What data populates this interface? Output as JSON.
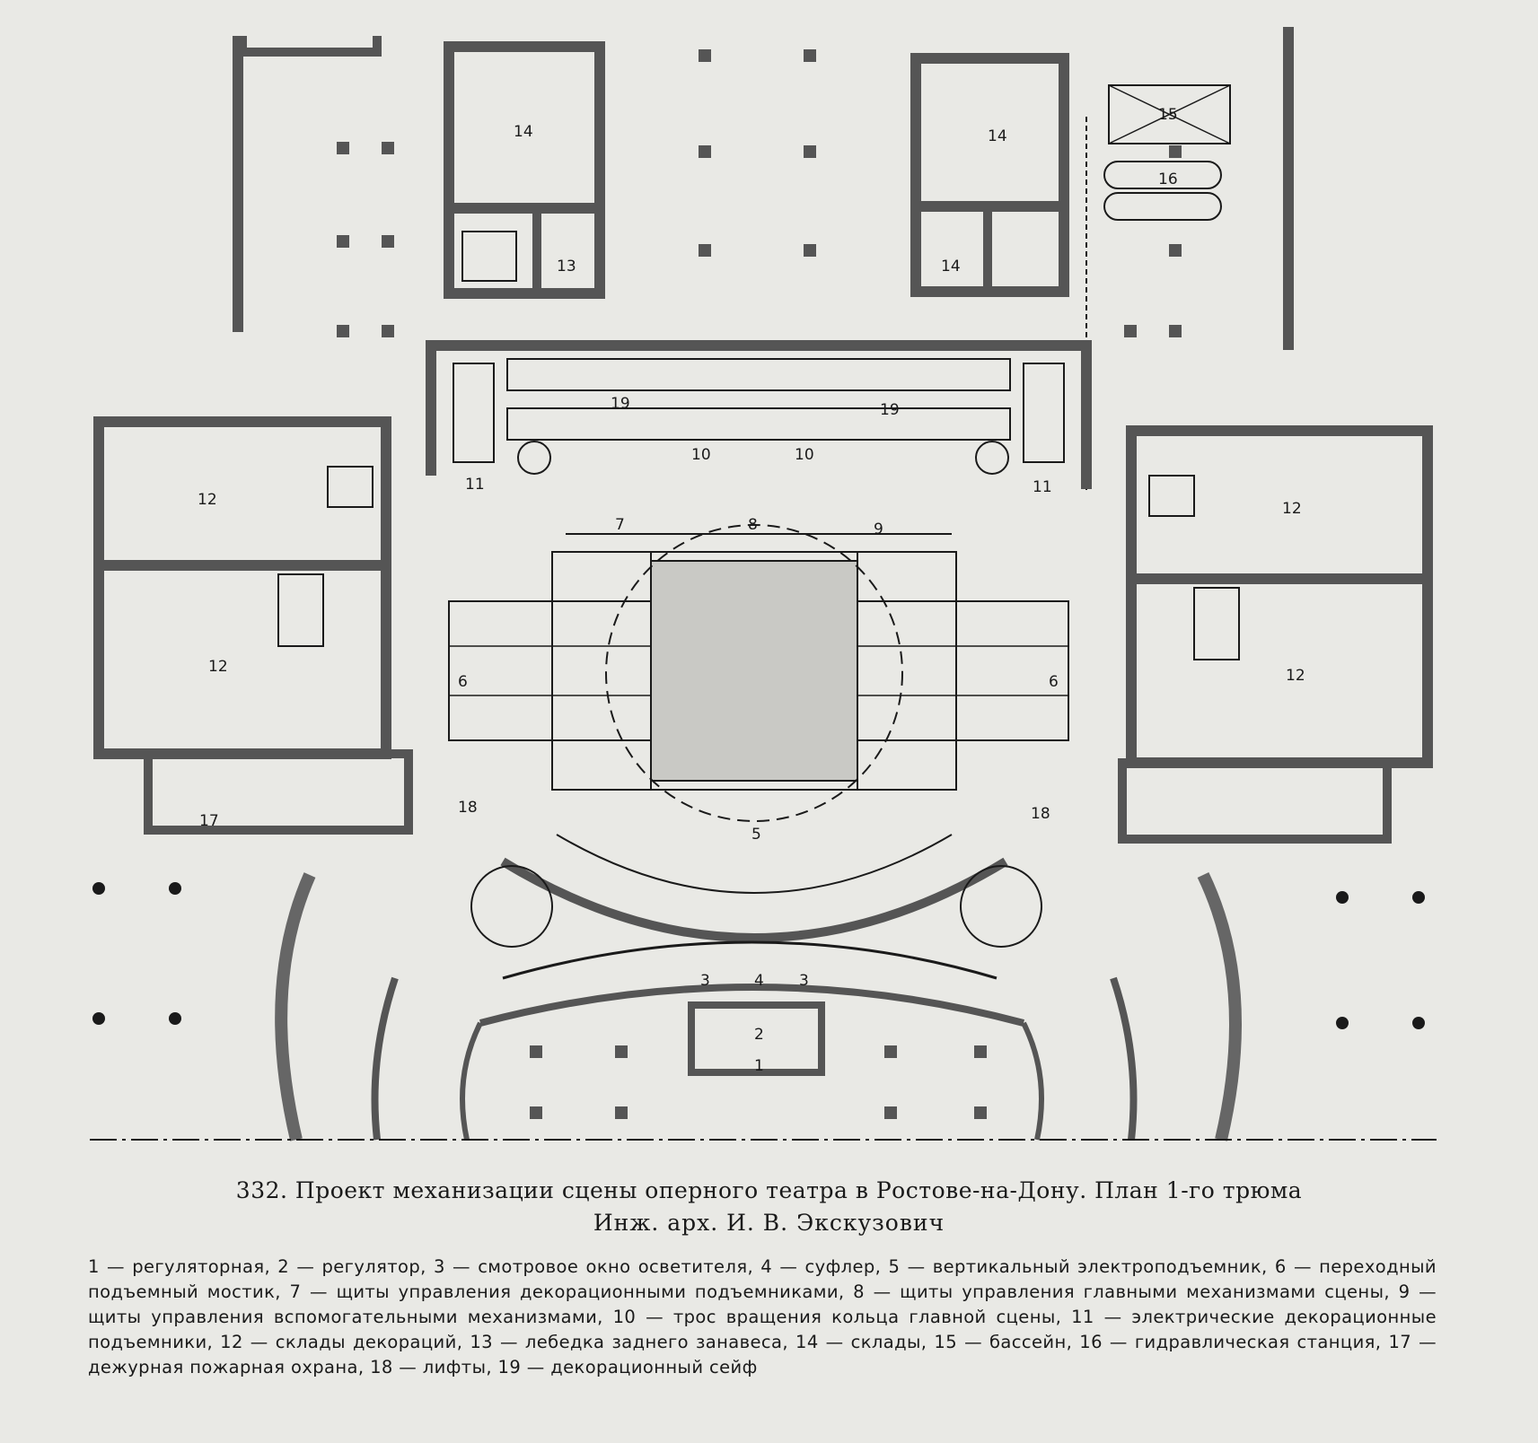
{
  "caption": {
    "title": "332. Проект механизации сцены оперного театра в Ростове-на-Дону. План 1-го трюма",
    "author": "Инж. арх. И. В. Экскузович"
  },
  "legend_text": "1 — регуляторная, 2 — регулятор, 3 — смотровое окно осветителя, 4 — суфлер, 5 — вертикальный электроподъемник, 6 — переходный подъемный мостик, 7 — щиты управления декорационными подъемниками, 8 — щиты управления главными механизмами сцены, 9 — щиты управления вспомогательными механизмами, 10 — трос вращения кольца главной сцены, 11 — электрические декорационные подъемники, 12 — склады декораций, 13 — лебедка заднего занавеса, 14 — склады, 15 — бассейн, 16 — гидравлическая станция, 17 — дежурная пожарная охрана, 18 — лифты, 19 — декорационный сейф",
  "labels": {
    "n14_left": "14",
    "n13": "13",
    "n14_right": "14",
    "n14_small": "14",
    "n15": "15",
    "n16": "16",
    "n19_left": "19",
    "n19_right": "19",
    "n10_left": "10",
    "n10_right": "10",
    "n11_left": "11",
    "n11_right": "11",
    "n12_lt": "12",
    "n12_lb": "12",
    "n12_rt": "12",
    "n12_rb": "12",
    "n7": "7",
    "n8": "8",
    "n9": "9",
    "n6_left": "6",
    "n6_right": "6",
    "n5": "5",
    "n17": "17",
    "n18_left": "18",
    "n18_right": "18",
    "n3_left": "3",
    "n4": "4",
    "n3_right": "3",
    "n2": "2",
    "n1": "1"
  },
  "colors": {
    "paper": "#e9e9e5",
    "ink": "#1a1a1a",
    "wall": "#7a7a78"
  }
}
